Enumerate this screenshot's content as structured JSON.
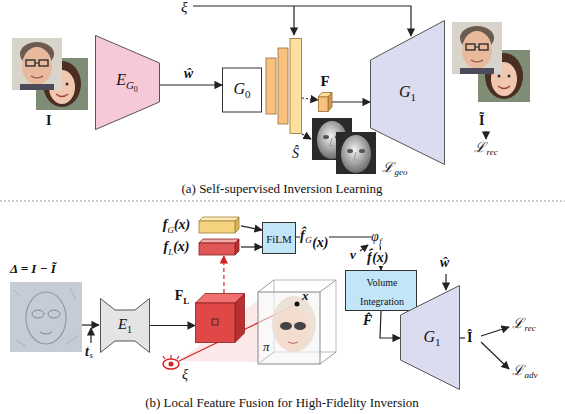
{
  "diagram": {
    "nodes": [
      {
        "text": [
          "E",
          "G",
          "0"
        ]
      },
      {
        "text": [
          "G",
          "0"
        ]
      },
      {
        "text": [
          "F"
        ]
      },
      {
        "text": [
          "G",
          "1"
        ]
      },
      {
        "text": [
          "f",
          "G",
          "(x)"
        ]
      },
      {
        "text": [
          "f",
          "L",
          "(x)"
        ]
      },
      {
        "text": [
          "FiLM"
        ]
      },
      {
        "text": [
          "Volume Integration"
        ]
      },
      {
        "text": [
          "E",
          "1"
        ]
      },
      {
        "text": [
          "F",
          "L"
        ]
      },
      {
        "text": [
          "G",
          "1"
        ]
      }
    ],
    "edges": [
      {
        "from": 0,
        "to": 1,
        "arrow": "to",
        "label": "ŵ"
      },
      {
        "from": 1,
        "to": 2,
        "arrow": "to"
      },
      {
        "from": 2,
        "to": 3,
        "arrow": "to"
      },
      {
        "from": 4,
        "to": 6,
        "arrow": "to"
      },
      {
        "from": 5,
        "to": 6,
        "arrow": "to"
      },
      {
        "from": 6,
        "to": 7,
        "arrow": "to"
      },
      {
        "from": 7,
        "to": 10,
        "arrow": "to",
        "label": "F̂"
      },
      {
        "from": 8,
        "to": 9,
        "arrow": "to"
      },
      {
        "from": 9,
        "to": 5,
        "arrow": "to"
      }
    ],
    "labels": [
      "ξ",
      "I",
      "Ŝ",
      "ℒ",
      "geo",
      "Ĩ",
      "ℒ",
      "rec",
      "(a) Self-supervised Inversion Learning",
      "f̂",
      "G",
      "(x)",
      "v",
      "φ",
      "f",
      "f̂",
      "(x)",
      "ŵ",
      "Î",
      "ℒ",
      "rec",
      "ℒ",
      "adv",
      "Δ = I − Ĩ",
      "t",
      "s",
      "x",
      "π",
      "ξ",
      "(b) Local Feature Fusion for High-Fidelity Inversion"
    ]
  }
}
